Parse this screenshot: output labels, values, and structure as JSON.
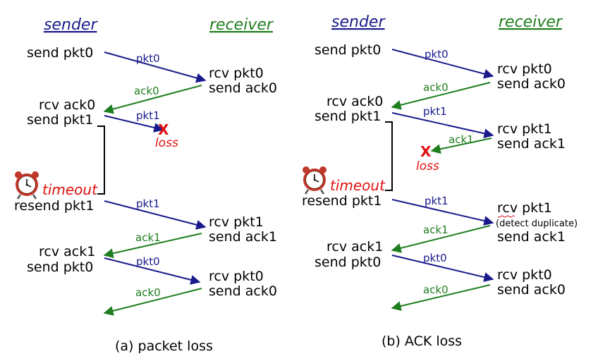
{
  "panel_a": {
    "sender_header": "sender",
    "receiver_header": "receiver",
    "sender_events": [
      "send pkt0",
      "rcv ack0",
      "send pkt1",
      "resend pkt1",
      "rcv ack1",
      "send pkt0"
    ],
    "receiver_events": [
      "rcv pkt0",
      "send ack0",
      "rcv pkt1",
      "send ack1",
      "rcv pkt0",
      "send ack0"
    ],
    "messages": [
      "pkt0",
      "ack0",
      "pkt1",
      "pkt1",
      "ack1",
      "pkt0",
      "ack0"
    ],
    "loss_mark": "X",
    "loss_label": "loss",
    "timeout_label": "timeout",
    "caption": "(a) packet loss"
  },
  "panel_b": {
    "sender_header": "sender",
    "receiver_header": "receiver",
    "sender_events": [
      "send pkt0",
      "rcv ack0",
      "send pkt1",
      "resend pkt1",
      "rcv ack1",
      "send pkt0"
    ],
    "receiver_events": [
      "rcv pkt0",
      "send ack0",
      "rcv pkt1",
      "send ack1",
      "rcv pkt1",
      "(detect duplicate)",
      "send ack1",
      "rcv pkt0",
      "send ack0"
    ],
    "messages": [
      "pkt0",
      "ack0",
      "pkt1",
      "ack1",
      "pkt1",
      "ack1",
      "pkt0",
      "ack0"
    ],
    "loss_mark": "X",
    "loss_label": "loss",
    "timeout_label": "timeout",
    "caption": "(b) ACK loss"
  },
  "colors": {
    "sender_line": "#1a1a8c",
    "receiver_line": "#1e7d1e",
    "loss": "#e01010"
  },
  "icons": [
    "alarm-clock-icon"
  ]
}
